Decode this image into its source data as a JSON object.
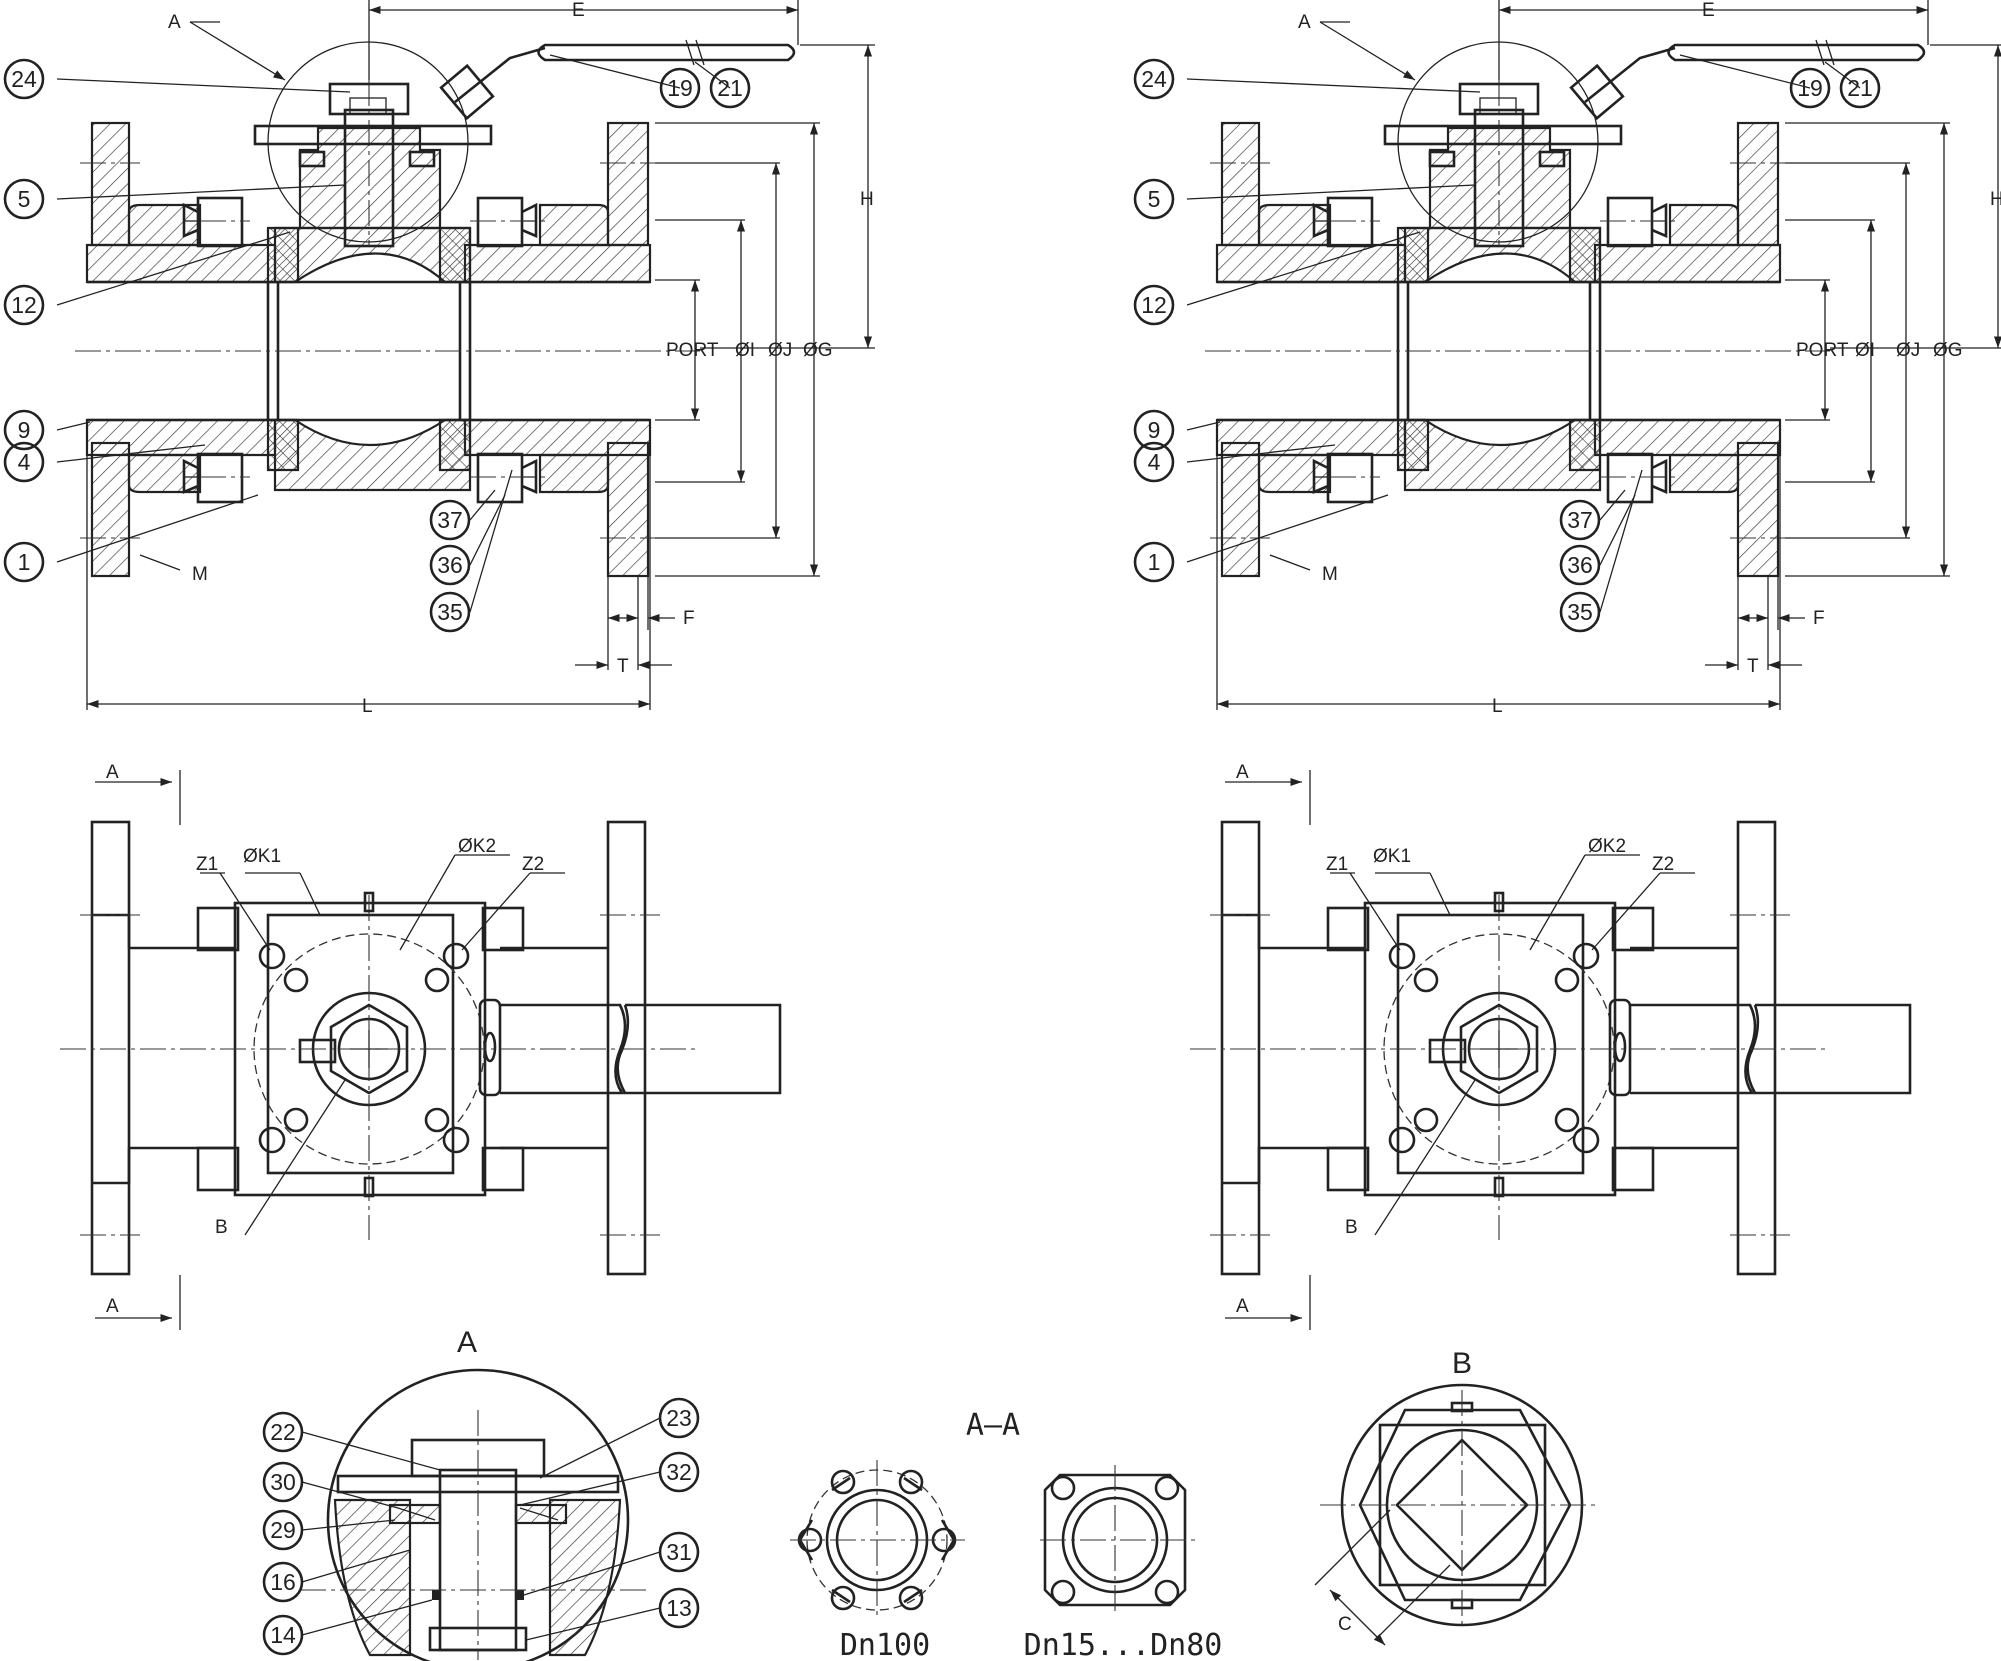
{
  "balloons": {
    "b24": "24",
    "b5": "5",
    "b12": "12",
    "b9": "9",
    "b4": "4",
    "b1": "1",
    "b19": "19",
    "b21": "21",
    "b37": "37",
    "b36": "36",
    "b35": "35",
    "b22": "22",
    "b30": "30",
    "b29": "29",
    "b16": "16",
    "b14": "14",
    "b23": "23",
    "b32": "32",
    "b31": "31",
    "b13": "13"
  },
  "dims": {
    "A": "A",
    "E": "E",
    "H": "H",
    "PORT": "PORT",
    "OI": "ØI",
    "OJ": "ØJ",
    "OG": "ØG",
    "M": "M",
    "F": "F",
    "T": "T",
    "L": "L",
    "Z1": "Z1",
    "Z2": "Z2",
    "OK1": "ØK1",
    "OK2": "ØK2",
    "B": "B",
    "C": "C"
  },
  "views": {
    "detail_a": "A",
    "section_aa": "A–A",
    "detail_b": "B",
    "dn100": "Dn100",
    "dn15_80": "Dn15...Dn80"
  }
}
